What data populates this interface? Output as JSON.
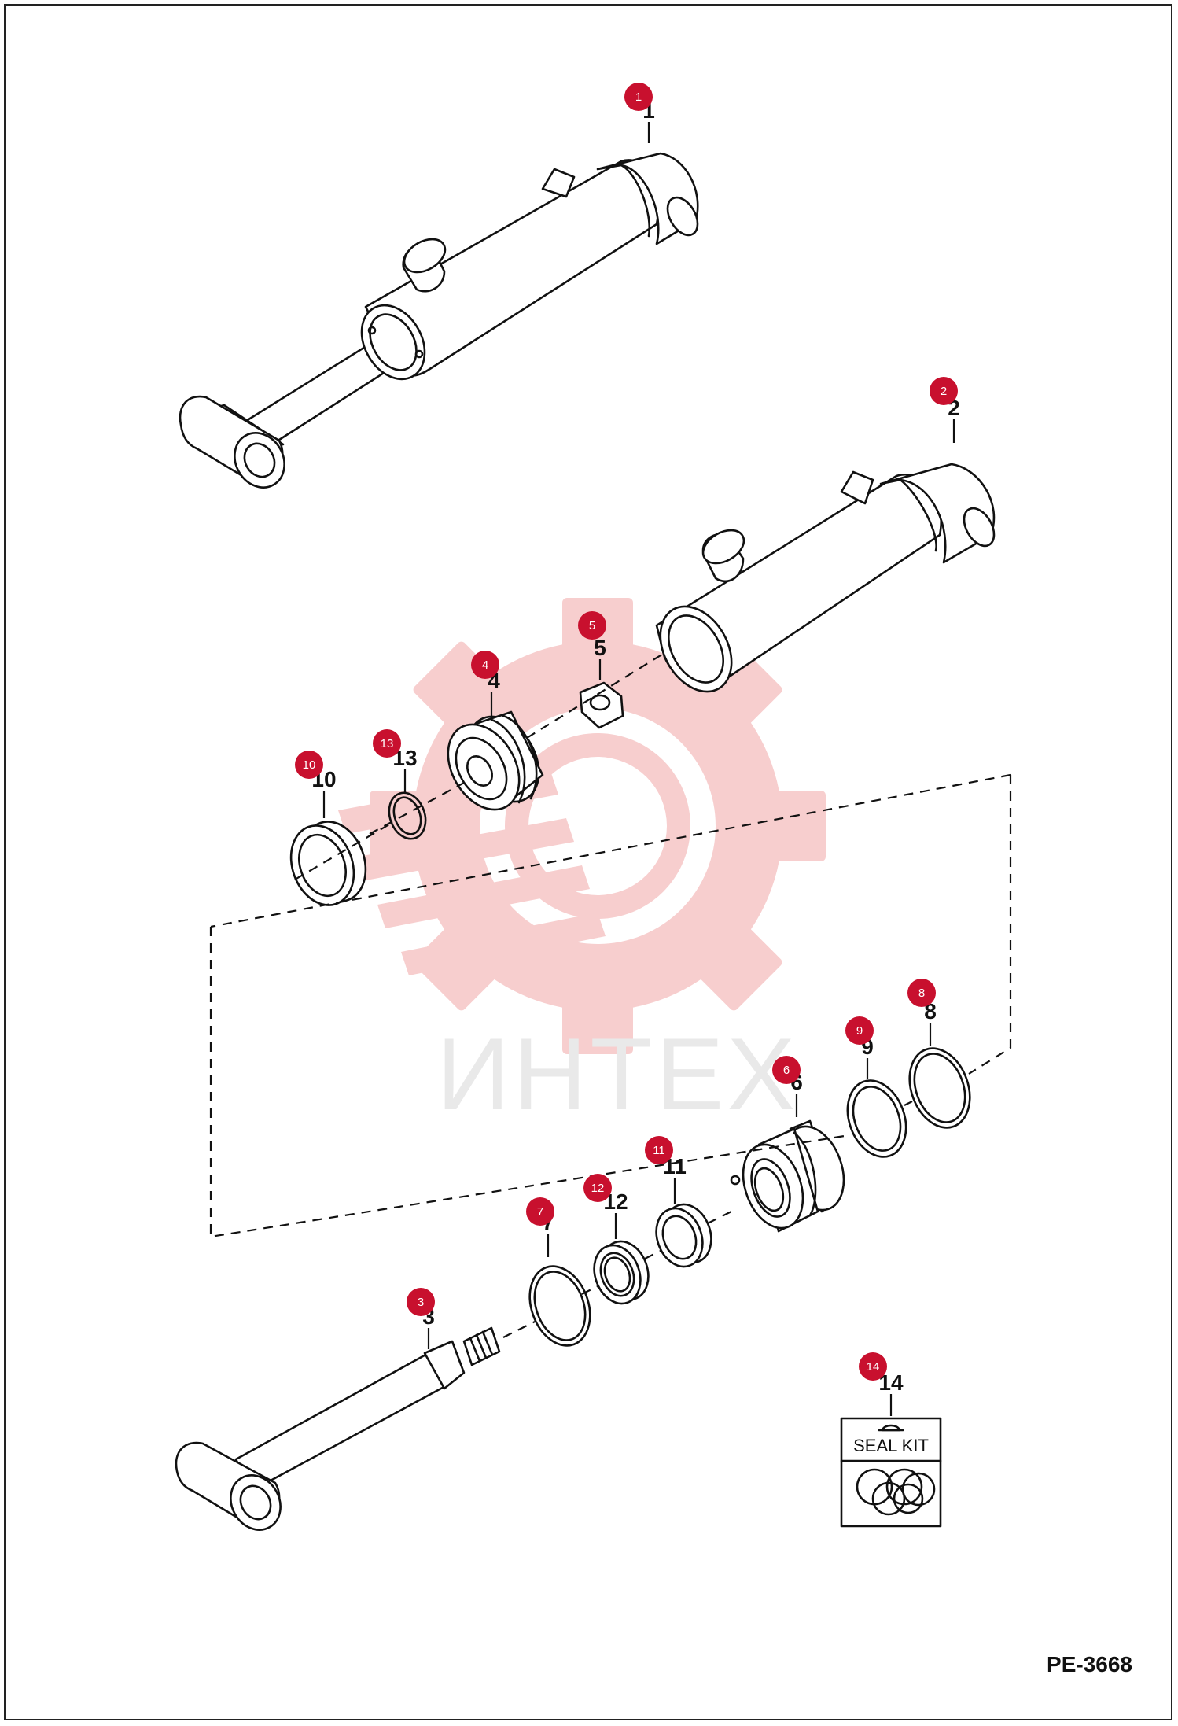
{
  "drawing_code": "PE-3668",
  "watermark_text": "ИНТЕХ",
  "seal_kit_label": "SEAL KIT",
  "colors": {
    "badge": "#c8102e",
    "watermark_gear": "#f4b7b7",
    "line": "#111111"
  },
  "callouts": [
    {
      "id": "1",
      "label": "1"
    },
    {
      "id": "2",
      "label": "2"
    },
    {
      "id": "3",
      "label": "3"
    },
    {
      "id": "4",
      "label": "4"
    },
    {
      "id": "5",
      "label": "5"
    },
    {
      "id": "6",
      "label": "6"
    },
    {
      "id": "7",
      "label": "7"
    },
    {
      "id": "8",
      "label": "8"
    },
    {
      "id": "9",
      "label": "9"
    },
    {
      "id": "10",
      "label": "10"
    },
    {
      "id": "11",
      "label": "11"
    },
    {
      "id": "12",
      "label": "12"
    },
    {
      "id": "13",
      "label": "13"
    },
    {
      "id": "14",
      "label": "14"
    }
  ]
}
